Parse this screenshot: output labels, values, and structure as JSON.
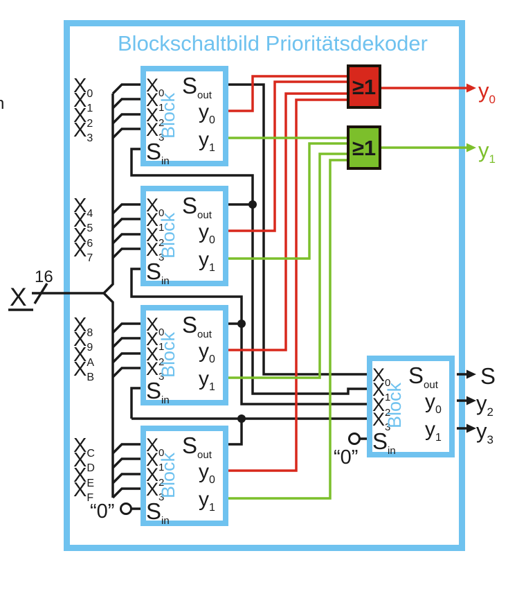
{
  "title": "Blockschaltbild Prioritätsdekoder",
  "left_margin_fragment": "n",
  "bus": {
    "label": "X",
    "width": "16"
  },
  "external_inputs": [
    {
      "m": "X",
      "s": "0"
    },
    {
      "m": "X",
      "s": "1"
    },
    {
      "m": "X",
      "s": "2"
    },
    {
      "m": "X",
      "s": "3"
    },
    {
      "m": "X",
      "s": "4"
    },
    {
      "m": "X",
      "s": "5"
    },
    {
      "m": "X",
      "s": "6"
    },
    {
      "m": "X",
      "s": "7"
    },
    {
      "m": "X",
      "s": "8"
    },
    {
      "m": "X",
      "s": "9"
    },
    {
      "m": "X",
      "s": "A"
    },
    {
      "m": "X",
      "s": "B"
    },
    {
      "m": "X",
      "s": "C"
    },
    {
      "m": "X",
      "s": "D"
    },
    {
      "m": "X",
      "s": "E"
    },
    {
      "m": "X",
      "s": "F"
    }
  ],
  "blocks": [
    {
      "label": "Block",
      "ports": {
        "x0": {
          "m": "X",
          "s": "0"
        },
        "x1": {
          "m": "X",
          "s": "1"
        },
        "x2": {
          "m": "X",
          "s": "2"
        },
        "x3": {
          "m": "X",
          "s": "3"
        },
        "sin": {
          "m": "S",
          "s": "in"
        },
        "sout": {
          "m": "S",
          "s": "out"
        },
        "y0": {
          "m": "y",
          "s": "0"
        },
        "y1": {
          "m": "y",
          "s": "1"
        }
      }
    },
    {
      "label": "Block",
      "ports": {
        "x0": {
          "m": "X",
          "s": "0"
        },
        "x1": {
          "m": "X",
          "s": "1"
        },
        "x2": {
          "m": "X",
          "s": "2"
        },
        "x3": {
          "m": "X",
          "s": "3"
        },
        "sin": {
          "m": "S",
          "s": "in"
        },
        "sout": {
          "m": "S",
          "s": "out"
        },
        "y0": {
          "m": "y",
          "s": "0"
        },
        "y1": {
          "m": "y",
          "s": "1"
        }
      }
    },
    {
      "label": "Block",
      "ports": {
        "x0": {
          "m": "X",
          "s": "0"
        },
        "x1": {
          "m": "X",
          "s": "1"
        },
        "x2": {
          "m": "X",
          "s": "2"
        },
        "x3": {
          "m": "X",
          "s": "3"
        },
        "sin": {
          "m": "S",
          "s": "in"
        },
        "sout": {
          "m": "S",
          "s": "out"
        },
        "y0": {
          "m": "y",
          "s": "0"
        },
        "y1": {
          "m": "y",
          "s": "1"
        }
      }
    },
    {
      "label": "Block",
      "ports": {
        "x0": {
          "m": "X",
          "s": "0"
        },
        "x1": {
          "m": "X",
          "s": "1"
        },
        "x2": {
          "m": "X",
          "s": "2"
        },
        "x3": {
          "m": "X",
          "s": "3"
        },
        "sin": {
          "m": "S",
          "s": "in"
        },
        "sout": {
          "m": "S",
          "s": "out"
        },
        "y0": {
          "m": "y",
          "s": "0"
        },
        "y1": {
          "m": "y",
          "s": "1"
        }
      }
    },
    {
      "label": "Block",
      "ports": {
        "x0": {
          "m": "X",
          "s": "0"
        },
        "x1": {
          "m": "X",
          "s": "1"
        },
        "x2": {
          "m": "X",
          "s": "2"
        },
        "x3": {
          "m": "X",
          "s": "3"
        },
        "sin": {
          "m": "S",
          "s": "in"
        },
        "sout": {
          "m": "S",
          "s": "out"
        },
        "y0": {
          "m": "y",
          "s": "0"
        },
        "y1": {
          "m": "y",
          "s": "1"
        }
      }
    }
  ],
  "gates": {
    "or_red": {
      "label": "≥1",
      "fill": "#d8281c"
    },
    "or_green": {
      "label": "≥1",
      "fill": "#7cbf2b"
    }
  },
  "constants": {
    "block4_sin": "“0”",
    "block5_sin": "“0”"
  },
  "outputs": {
    "y0": {
      "m": "y",
      "s": "0"
    },
    "y1": {
      "m": "y",
      "s": "1"
    },
    "s": {
      "m": "S",
      "s": ""
    },
    "y2": {
      "m": "y",
      "s": "2"
    },
    "y3": {
      "m": "y",
      "s": "3"
    }
  },
  "colors": {
    "accent_blue": "#6fc2ef",
    "signal_red": "#d8281c",
    "signal_green": "#7cbf2b",
    "wire_black": "#1a1a1a"
  }
}
